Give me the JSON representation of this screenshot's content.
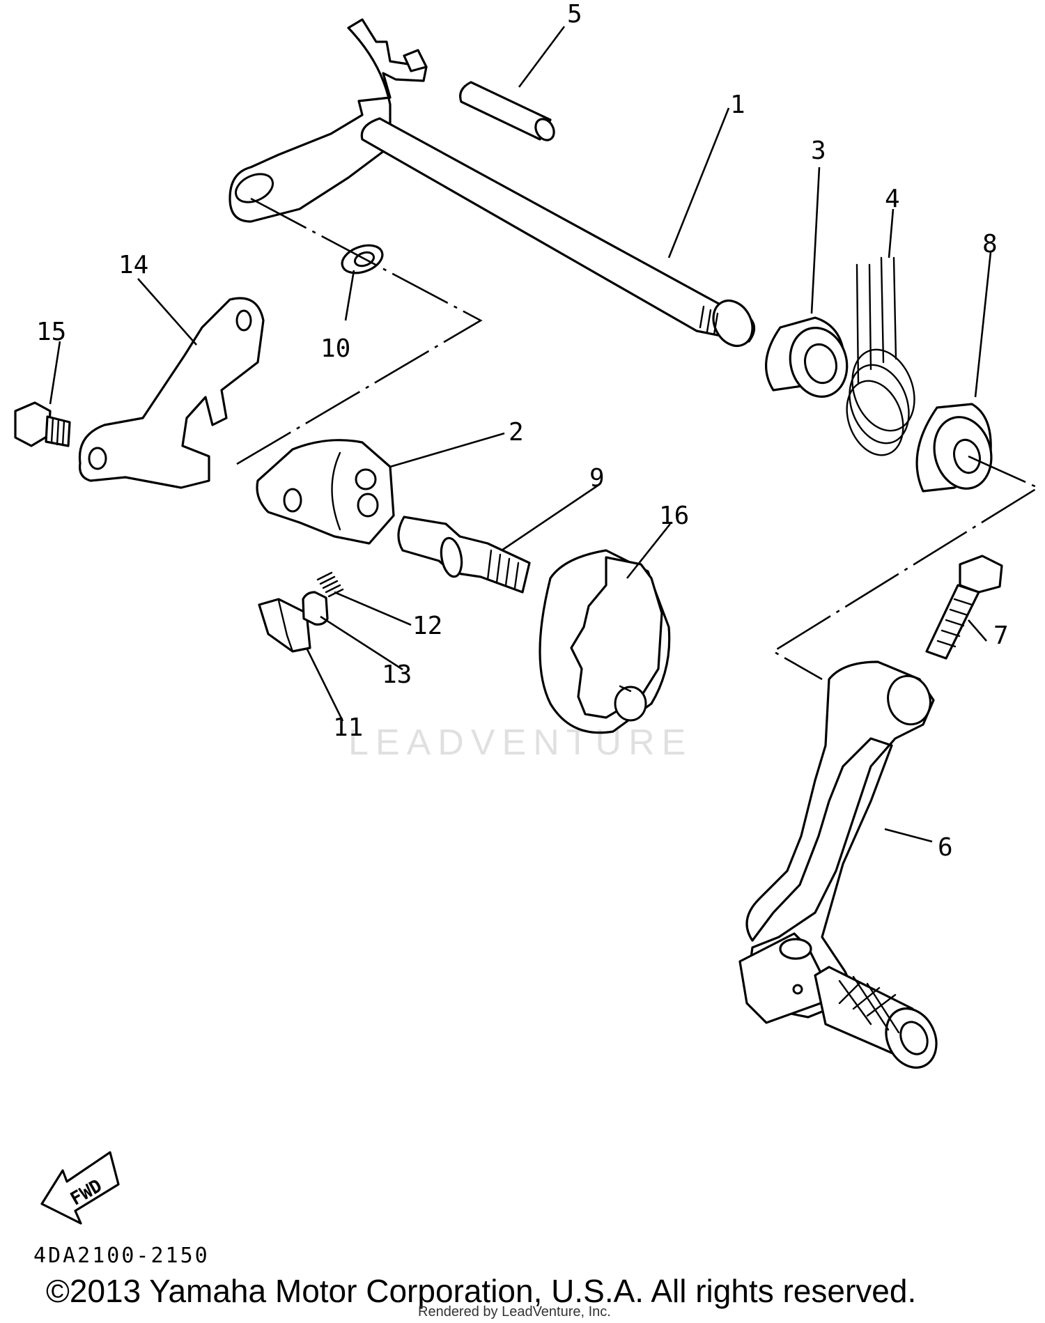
{
  "callouts": {
    "c1": "1",
    "c2": "2",
    "c3": "3",
    "c4": "4",
    "c5": "5",
    "c6": "6",
    "c7": "7",
    "c8": "8",
    "c9": "9",
    "c10": "10",
    "c11": "11",
    "c12": "12",
    "c13": "13",
    "c14": "14",
    "c15": "15",
    "c16": "16"
  },
  "fwd_arrow_label": "FWD",
  "diagram_code": "4DA2100-2150",
  "copyright": "©2013 Yamaha Motor Corporation, U.S.A. All rights reserved.",
  "rendered_by": "Rendered by LeadVenture, Inc.",
  "watermark": "LEADVENTURE"
}
